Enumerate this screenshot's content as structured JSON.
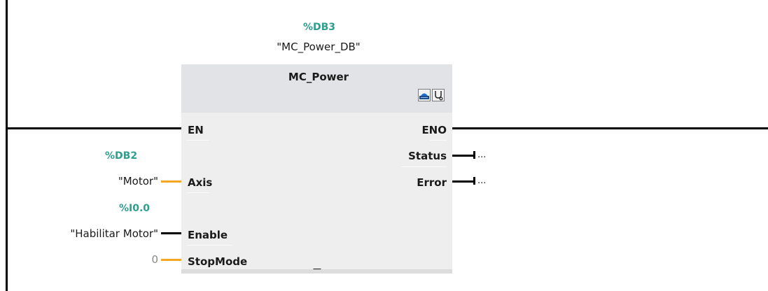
{
  "instance": {
    "address": "%DB3",
    "name": "\"MC_Power_DB\""
  },
  "block": {
    "title": "MC_Power",
    "icons": [
      "online-monitor-icon",
      "diagnostics-icon"
    ],
    "inputs": [
      {
        "label": "EN"
      },
      {
        "label": "Axis",
        "address": "%DB2",
        "operand": "\"Motor\""
      },
      {
        "label": "Enable",
        "address": "%I0.0",
        "operand": "\"Habilitar Motor\""
      },
      {
        "label": "StopMode",
        "operand": "0"
      }
    ],
    "outputs": [
      {
        "label": "ENO"
      },
      {
        "label": "Status",
        "operand": "..."
      },
      {
        "label": "Error",
        "operand": "..."
      }
    ]
  },
  "colors": {
    "address": "#2e9e8e",
    "block_body": "#eeeeee",
    "block_header": "#e1e3e6",
    "typed_connection": "#f5a623",
    "wire": "#000000"
  }
}
